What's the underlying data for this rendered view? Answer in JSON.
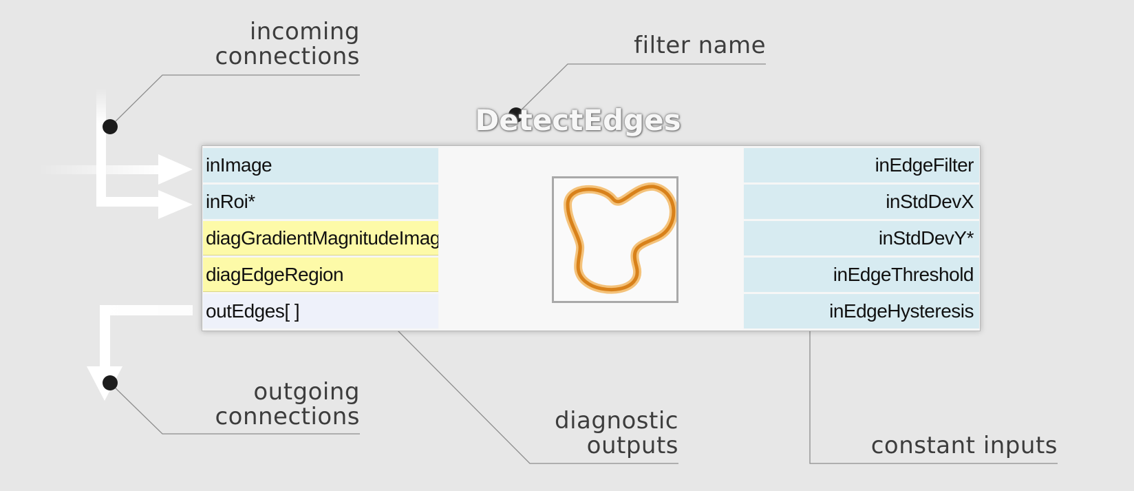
{
  "filter": {
    "name": "DetectEdges",
    "inputs": [
      "inImage",
      "inRoi*"
    ],
    "diagnostic_outputs": [
      "diagGradientMagnitudeImage",
      "diagEdgeRegion"
    ],
    "outputs": [
      "outEdges[ ]"
    ],
    "constant_inputs": [
      "inEdgeFilter",
      "inStdDevX",
      "inStdDevY*",
      "inEdgeThreshold",
      "inEdgeHysteresis"
    ]
  },
  "callouts": {
    "incoming": [
      "incoming",
      "connections"
    ],
    "filter_name": [
      "filter name"
    ],
    "outgoing": [
      "outgoing",
      "connections"
    ],
    "diagnostic": [
      "diagnostic",
      "outputs"
    ],
    "constant": [
      "constant inputs"
    ]
  },
  "colors": {
    "background": "#e7e7e7",
    "input_port": "#d7ebf1",
    "diagnostic_port": "#fdfaa8",
    "output_port": "#eef1fa",
    "edge_curve": "#e08a1e",
    "callout_text": "#3d3d3d"
  },
  "icons": {
    "preview": "detect-edges-icon"
  }
}
